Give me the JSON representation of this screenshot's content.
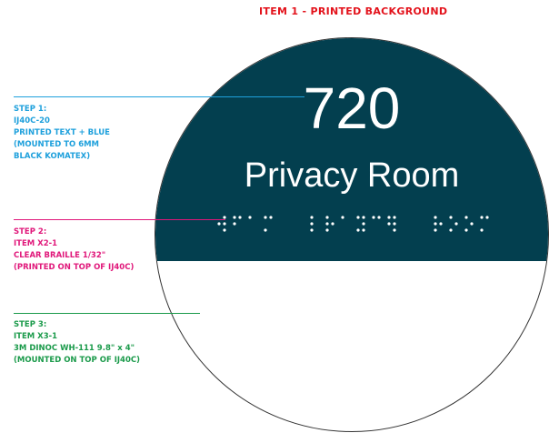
{
  "title": "ITEM 1 - PRINTED BACKGROUND",
  "sign": {
    "number": "720",
    "room_name": "Privacy Room",
    "background_color": "#033f4f"
  },
  "steps": [
    {
      "lines": [
        "STEP 1:",
        "IJ40C-20",
        "PRINTED TEXT + BLUE",
        "(MOUNTED TO 6MM",
        "BLACK KOMATEX)"
      ],
      "color": "#1ea0dc"
    },
    {
      "lines": [
        "STEP 2:",
        "ITEM X2-1",
        "CLEAR BRAILLE 1/32\"",
        "(PRINTED ON TOP OF IJ40C)"
      ],
      "color": "#e0177a"
    },
    {
      "lines": [
        "STEP 3:",
        "ITEM X3-1",
        "3M DINOC WH-111 9.8\" x 4\"",
        "(MOUNTED ON TOP OF IJ40C)"
      ],
      "color": "#1a9a4a"
    }
  ]
}
